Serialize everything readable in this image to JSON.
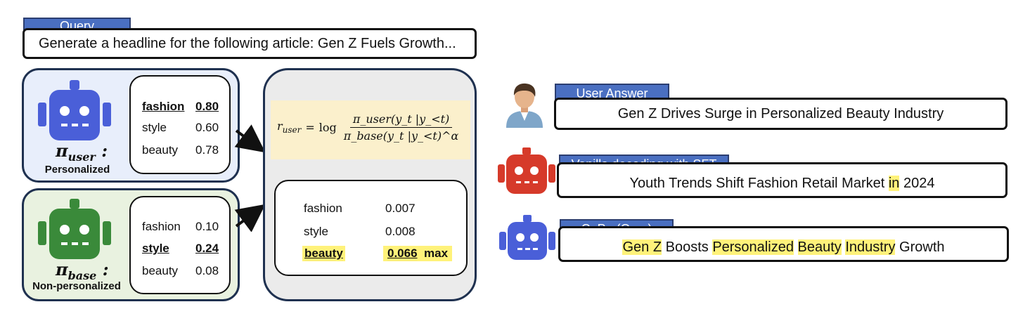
{
  "query": {
    "tag": "Query",
    "text": "Generate a headline for the following article: Gen Z Fuels Growth..."
  },
  "user_model": {
    "symbol": "π",
    "subscript": "user",
    "colon": ":",
    "caption": "Personalized",
    "color": "#4a5fd8",
    "panel_bg": "#e8eefb",
    "scores": [
      {
        "word": "fashion",
        "value": "0.80",
        "emphasis": true
      },
      {
        "word": "style",
        "value": "0.60",
        "emphasis": false
      },
      {
        "word": "beauty",
        "value": "0.78",
        "emphasis": false
      }
    ]
  },
  "base_model": {
    "symbol": "π",
    "subscript": "base",
    "colon": ":",
    "caption": "Non-personalized",
    "color": "#3a8a3a",
    "panel_bg": "#e9f2e0",
    "scores": [
      {
        "word": "fashion",
        "value": "0.10",
        "emphasis": false
      },
      {
        "word": "style",
        "value": "0.24",
        "emphasis": true
      },
      {
        "word": "beauty",
        "value": "0.08",
        "emphasis": false
      }
    ]
  },
  "reward": {
    "lhs": "r",
    "lhs_sub": "user",
    "eq": "=",
    "log": "log",
    "num": "π_user(y_t |y_<t)",
    "den": "π_base(y_t |y_<t)^α",
    "scores": [
      {
        "word": "fashion",
        "value": "0.007",
        "extra": ""
      },
      {
        "word": "style",
        "value": "0.008",
        "extra": ""
      },
      {
        "word": "beauty",
        "value": "0.066",
        "extra": "max"
      }
    ]
  },
  "answers": [
    {
      "tag": "User Answer",
      "icon": "person-icon",
      "segments": [
        {
          "t": "Gen Z Drives Surge in Personalized Beauty Industry",
          "hl": false
        }
      ]
    },
    {
      "tag": "Vanilla decoding with SFT",
      "icon": "red-robot-icon",
      "segments": [
        {
          "t": "Youth Trends Shift Fashion Retail Market",
          "hl": false
        },
        {
          "t": " ",
          "hl": false
        },
        {
          "t": "in",
          "hl": true
        },
        {
          "t": " 2024",
          "hl": false
        }
      ]
    },
    {
      "tag": "CoPe (Ours)",
      "icon": "blue-robot-icon",
      "segments": [
        {
          "t": "Gen Z",
          "hl": true
        },
        {
          "t": " Boosts ",
          "hl": false
        },
        {
          "t": "Personalized",
          "hl": true
        },
        {
          "t": " ",
          "hl": false
        },
        {
          "t": "Beauty",
          "hl": true
        },
        {
          "t": " ",
          "hl": false
        },
        {
          "t": "Industry",
          "hl": true
        },
        {
          "t": " Growth",
          "hl": false
        }
      ]
    }
  ],
  "colors": {
    "highlight": "#fff27a",
    "tag_bg": "#4a6fc1",
    "red_robot": "#d63a2a",
    "blue_robot": "#4a5fd8",
    "formula_bg": "#fbf0cc",
    "reward_panel_bg": "#ebebeb"
  }
}
